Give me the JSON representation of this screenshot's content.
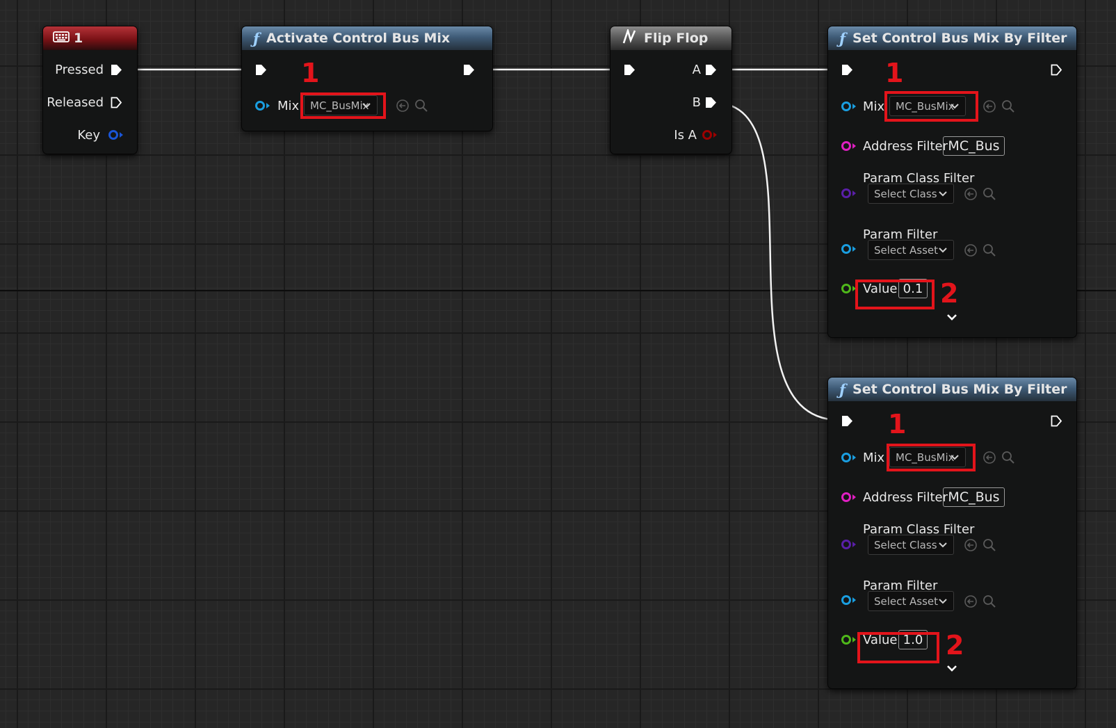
{
  "canvas": {
    "background": "#262626",
    "wire_color": "#f2f2f2",
    "highlight_color": "#e3141b"
  },
  "nodes": {
    "key_event": {
      "title": "1",
      "icon": "keyboard-icon",
      "pins": {
        "pressed": "Pressed",
        "released": "Released",
        "key": "Key"
      }
    },
    "activate": {
      "title": "Activate Control Bus Mix",
      "icon": "function-icon",
      "mix_label": "Mix",
      "mix_value": "MC_BusMix",
      "callout": "1"
    },
    "flipflop": {
      "title": "Flip Flop",
      "icon": "macro-icon",
      "pins": {
        "a": "A",
        "b": "B",
        "is_a": "Is A"
      }
    },
    "set_filter_top": {
      "title": "Set Control Bus Mix By Filter",
      "icon": "function-icon",
      "mix_label": "Mix",
      "mix_value": "MC_BusMix",
      "address_label": "Address Filter",
      "address_value": "MC_Bus",
      "param_class_label": "Param Class Filter",
      "param_class_value": "Select Class",
      "param_filter_label": "Param Filter",
      "param_filter_value": "Select Asset",
      "value_label": "Value",
      "value_value": "0.1",
      "callout_mix": "1",
      "callout_value": "2"
    },
    "set_filter_bottom": {
      "title": "Set Control Bus Mix By Filter",
      "icon": "function-icon",
      "mix_label": "Mix",
      "mix_value": "MC_BusMix",
      "address_label": "Address Filter",
      "address_value": "MC_Bus",
      "param_class_label": "Param Class Filter",
      "param_class_value": "Select Class",
      "param_filter_label": "Param Filter",
      "param_filter_value": "Select Asset",
      "value_label": "Value",
      "value_value": "1.0",
      "callout_mix": "1",
      "callout_value": "2"
    }
  },
  "pin_colors": {
    "exec": "#ffffff",
    "object": "#1a9ee0",
    "string": "#e01fc2",
    "class": "#5a1fa8",
    "float": "#4fb81a",
    "bool": "#9c0000",
    "struct": "#1a55d6"
  }
}
